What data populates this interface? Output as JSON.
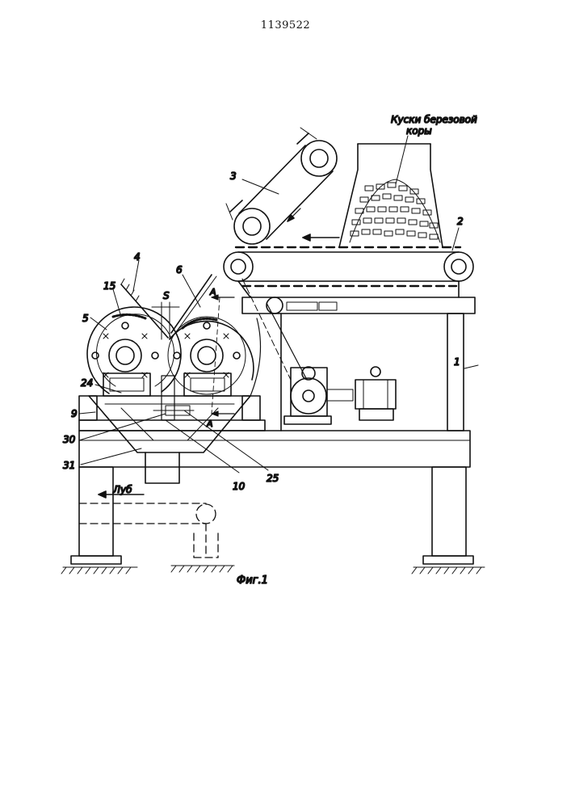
{
  "document": {
    "patent_number": "1139522",
    "figure_caption": "Фиг.1"
  },
  "labels": {
    "bark_pieces_line1": "Куски березовой",
    "bark_pieces_line2": "коры",
    "bast": "Луб",
    "gap_s": "S",
    "section_a_top": "A",
    "section_a_bottom": "A",
    "n1": "1",
    "n2": "2",
    "n3": "3",
    "n4": "4",
    "n5": "5",
    "n6": "6",
    "n9": "9",
    "n10": "10",
    "n15": "15",
    "n24": "24",
    "n25": "25",
    "n30": "30",
    "n31": "31"
  }
}
